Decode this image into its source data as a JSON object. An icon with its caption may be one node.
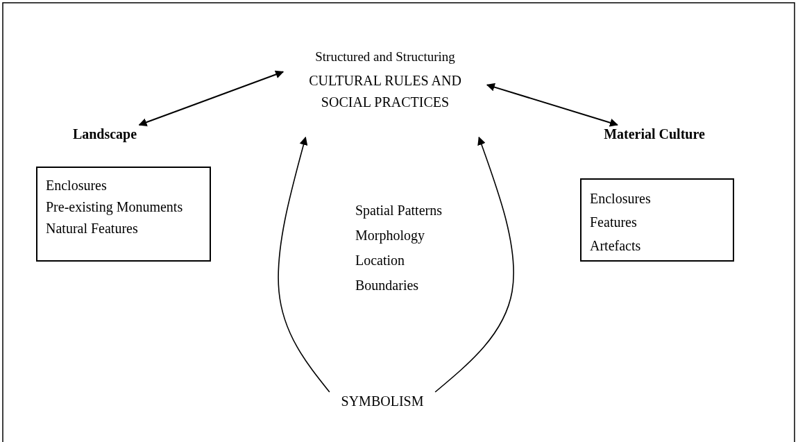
{
  "diagram": {
    "nodes": [
      {
        "text": [
          "Structured and Structuring",
          "CULTURAL RULES AND SOCIAL PRACTICES"
        ]
      },
      {
        "text": [
          "Landscape"
        ]
      },
      {
        "text": [
          "Enclosures",
          "Pre-existing Monuments",
          "Natural Features"
        ]
      },
      {
        "text": [
          "Material Culture"
        ]
      },
      {
        "text": [
          "Enclosures",
          "Features",
          "Artefacts"
        ]
      },
      {
        "text": [
          "SYMBOLISM"
        ]
      }
    ],
    "edges": [
      {
        "from": 0,
        "to": 1,
        "arrow": "both"
      },
      {
        "from": 0,
        "to": 3,
        "arrow": "both"
      },
      {
        "from": 5,
        "to": 0,
        "arrow": "to"
      },
      {
        "from": 5,
        "to": 0,
        "arrow": "to"
      }
    ],
    "labels": [
      "Spatial Patterns",
      "Morphology",
      "Location",
      "Boundaries"
    ]
  }
}
